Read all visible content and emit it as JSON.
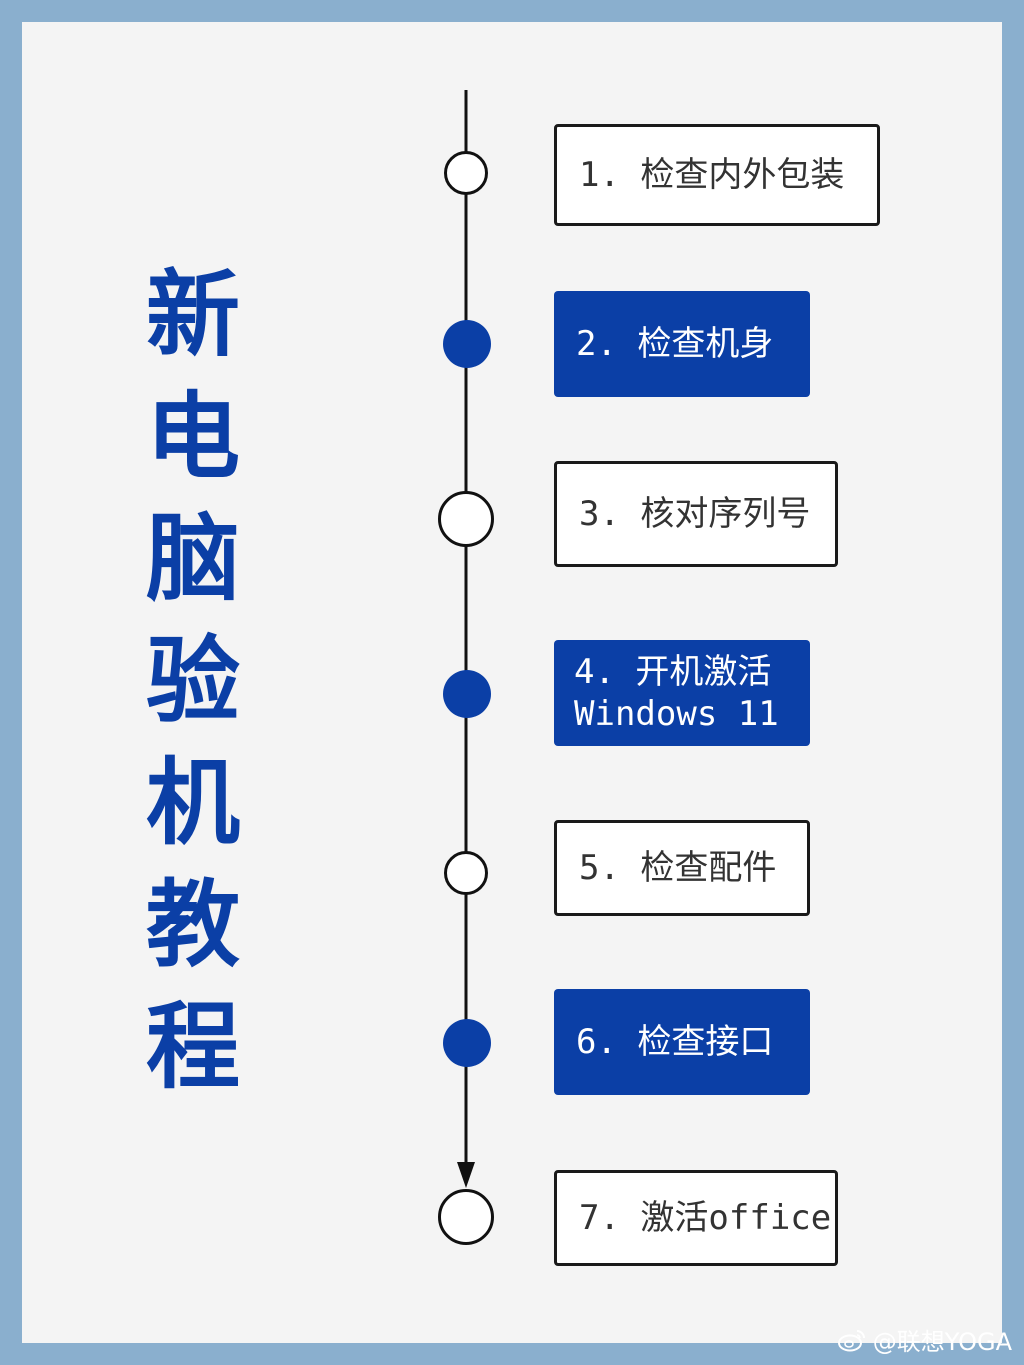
{
  "title_chars": [
    "新",
    "电",
    "脑",
    "验",
    "机",
    "教",
    "程"
  ],
  "steps": [
    {
      "lines": [
        "1. 检查内外包装"
      ],
      "style": "outline"
    },
    {
      "lines": [
        "2. 检查机身"
      ],
      "style": "filled"
    },
    {
      "lines": [
        "3. 核对序列号"
      ],
      "style": "outline"
    },
    {
      "lines": [
        "4. 开机激活",
        "Windows 11"
      ],
      "style": "filled"
    },
    {
      "lines": [
        "5. 检查配件"
      ],
      "style": "outline"
    },
    {
      "lines": [
        "6. 检查接口"
      ],
      "style": "filled"
    },
    {
      "lines": [
        "7. 激活office"
      ],
      "style": "outline"
    }
  ],
  "watermark": "@联想YOGA",
  "colors": {
    "accent": "#0b3fa6",
    "frame": "#8aafce",
    "panel": "#f4f4f4"
  }
}
